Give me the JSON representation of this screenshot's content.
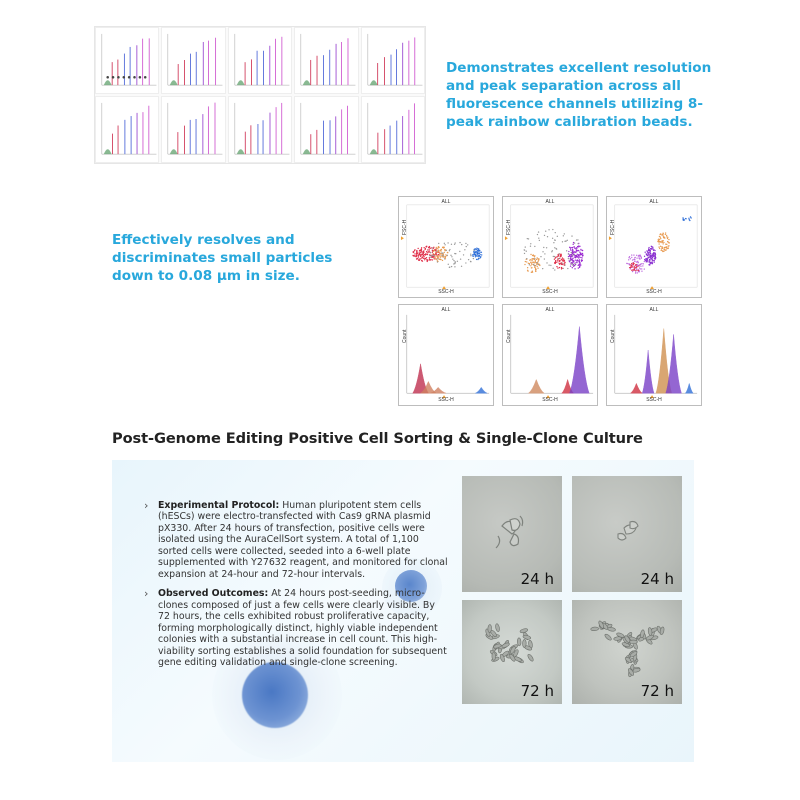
{
  "section1": {
    "resolution_text": "Demonstrates excellent resolution and peak separation across all fluorescence channels utilizing 8-peak rainbow calibration beads."
  },
  "section2": {
    "particle_text": "Effectively resolves and discriminates small particles down to 0.08 µm in size.",
    "plot_title": "ALL",
    "ylabel_ssc": "FSC-H",
    "ylabel_count": "Count",
    "xlabel": "SSC-H"
  },
  "section3": {
    "title": "Post-Genome Editing Positive Cell Sorting & Single-Clone Culture",
    "bullets": [
      {
        "heading": "Experimental Protocol:",
        "text": " Human pluripotent stem cells (hESCs) were electro-transfected with Cas9 gRNA plasmid pX330. After 24 hours of transfection, positive cells were isolated using the AuraCellSort system. A total of 1,100 sorted cells were collected, seeded into a 6-well plate supplemented with Y27632 reagent, and monitored for clonal expansion at 24-hour and 72-hour intervals."
      },
      {
        "heading": "Observed Outcomes:",
        "text": " At 24 hours post-seeding, micro-clones composed of just a few cells were clearly visible. By 72 hours, the cells exhibited robust proliferative capacity, forming morphologically distinct, highly viable independent colonies with a substantial increase in cell count. This high-viability sorting establishes a solid foundation for subsequent gene editing validation and single-clone screening."
      }
    ],
    "micrographs": [
      {
        "label": "24 h"
      },
      {
        "label": "24 h"
      },
      {
        "label": "72 h"
      },
      {
        "label": "72 h"
      }
    ]
  },
  "colors": {
    "accent_blue": "#28a8dc",
    "bead_green": "#3a8a4a",
    "bead_red": "#d03a5a",
    "bead_blue": "#5068d8",
    "bead_purple": "#9a4ad0",
    "bead_magenta": "#d05ad0"
  }
}
